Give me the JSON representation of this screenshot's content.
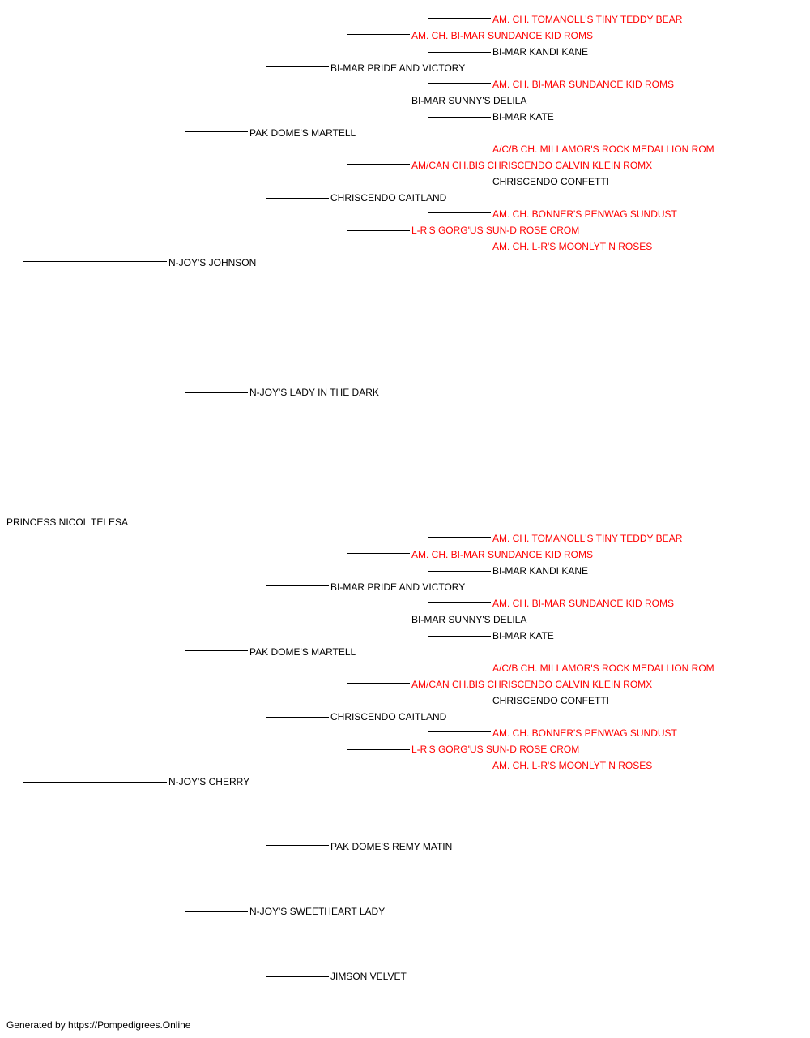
{
  "pedigree": {
    "subject": {
      "name": "PRINCESS NICOL TELESA"
    },
    "sire": {
      "name": "N-JOY'S JOHNSON"
    },
    "dam": {
      "name": "N-JOY'S CHERRY"
    },
    "sire_sire": {
      "name": "PAK DOME'S MARTELL"
    },
    "sire_dam": {
      "name": "N-JOY'S LADY IN THE DARK"
    },
    "dam_sire": {
      "name": "PAK DOME'S MARTELL"
    },
    "dam_dam": {
      "name": "N-JOY'S SWEETHEART LADY"
    },
    "sss": {
      "name": "BI-MAR PRIDE AND VICTORY"
    },
    "ssd": {
      "name": "CHRISCENDO CAITLAND"
    },
    "dss": {
      "name": "BI-MAR PRIDE AND VICTORY"
    },
    "dsd": {
      "name": "CHRISCENDO CAITLAND"
    },
    "dds": {
      "name": "PAK DOME'S REMY MATIN"
    },
    "ddd": {
      "name": "JIMSON VELVET"
    },
    "ssss": {
      "name": "AM. CH. BI-MAR SUNDANCE KID ROMS",
      "champion": true
    },
    "sssd": {
      "name": "BI-MAR SUNNY'S DELILA"
    },
    "ssds": {
      "name": "AM/CAN CH.BIS CHRISCENDO CALVIN KLEIN ROMX",
      "champion": true
    },
    "ssdd": {
      "name": "L-R'S GORG'US SUN-D ROSE CROM",
      "champion": true
    },
    "dsss": {
      "name": "AM. CH. BI-MAR SUNDANCE KID ROMS",
      "champion": true
    },
    "dssd": {
      "name": "BI-MAR SUNNY'S DELILA"
    },
    "dsds": {
      "name": "AM/CAN CH.BIS CHRISCENDO CALVIN KLEIN ROMX",
      "champion": true
    },
    "dsdd": {
      "name": "L-R'S GORG'US SUN-D ROSE CROM",
      "champion": true
    },
    "sssss": {
      "name": "AM. CH. TOMANOLL'S TINY TEDDY BEAR",
      "champion": true
    },
    "ssssd": {
      "name": "BI-MAR KANDI KANE"
    },
    "sssds": {
      "name": "AM. CH. BI-MAR SUNDANCE KID ROMS",
      "champion": true
    },
    "sssdd": {
      "name": "BI-MAR KATE"
    },
    "ssdss": {
      "name": "A/C/B CH. MILLAMOR'S ROCK MEDALLION ROM",
      "champion": true
    },
    "ssdsd": {
      "name": "CHRISCENDO CONFETTI"
    },
    "ssdds": {
      "name": "AM. CH. BONNER'S PENWAG SUNDUST",
      "champion": true
    },
    "ssddd": {
      "name": "AM. CH. L-R'S MOONLYT N ROSES",
      "champion": true
    },
    "dssss": {
      "name": "AM. CH. TOMANOLL'S TINY TEDDY BEAR",
      "champion": true
    },
    "dsssd": {
      "name": "BI-MAR KANDI KANE"
    },
    "dssds": {
      "name": "AM. CH. BI-MAR SUNDANCE KID ROMS",
      "champion": true
    },
    "dssdd": {
      "name": "BI-MAR KATE"
    },
    "dsdss": {
      "name": "A/C/B CH. MILLAMOR'S ROCK MEDALLION ROM",
      "champion": true
    },
    "dsdsd": {
      "name": "CHRISCENDO CONFETTI"
    },
    "dsdds": {
      "name": "AM. CH. BONNER'S PENWAG SUNDUST",
      "champion": true
    },
    "dsddd": {
      "name": "AM. CH. L-R'S MOONLYT N ROSES",
      "champion": true
    }
  },
  "footer": "Generated by https://Pompedigrees.Online",
  "colors": {
    "champion": "#ff0000",
    "normal": "#000000",
    "line": "#000000"
  }
}
